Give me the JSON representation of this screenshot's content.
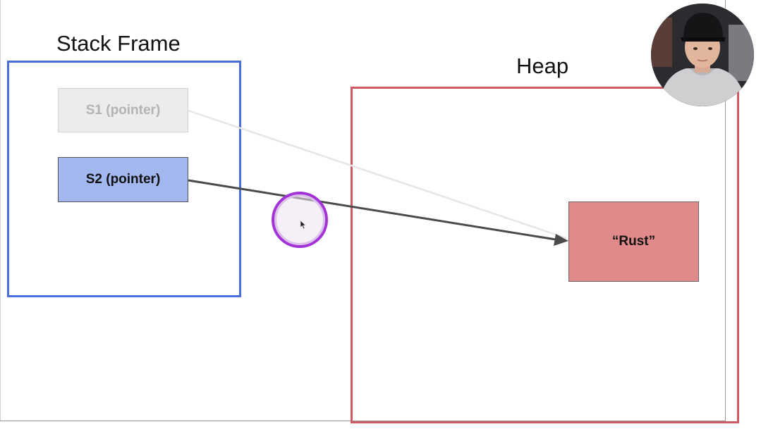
{
  "diagram": {
    "stack_title": "Stack Frame",
    "heap_title": "Heap",
    "s1_label": "S1 (pointer)",
    "s2_label": "S2 (pointer)",
    "heap_value": "“Rust”"
  },
  "colors": {
    "stack_border": "#4a6fdc",
    "heap_border": "#d05a63",
    "s2_fill": "#a4b8f0",
    "rust_fill": "#e08a8c",
    "s1_fill": "#ececec",
    "cursor_ring": "#a233d6"
  },
  "icons": {
    "cursor": "mouse-cursor-icon",
    "presenter": "presenter-webcam"
  }
}
